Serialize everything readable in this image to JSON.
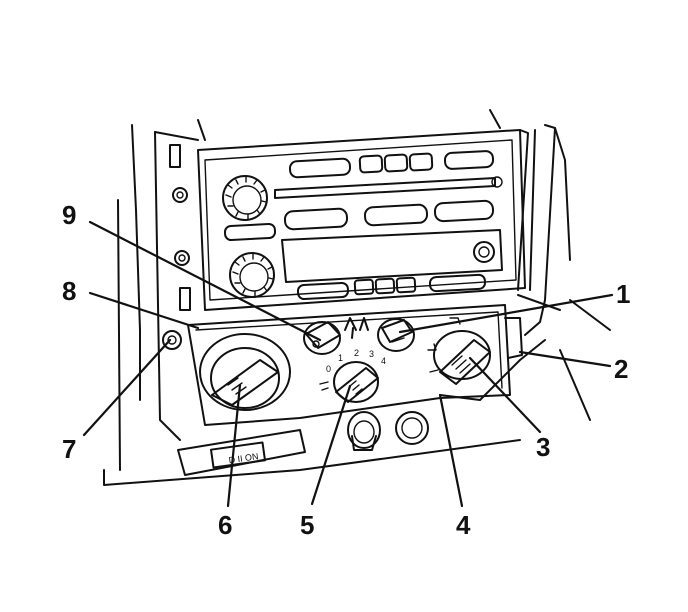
{
  "callouts": {
    "c1": "1",
    "c2": "2",
    "c3": "3",
    "c4": "4",
    "c5": "5",
    "c6": "6",
    "c7": "7",
    "c8": "8",
    "c9": "9"
  },
  "fan_scale": {
    "s0": "0",
    "s1": "1",
    "s2": "2",
    "s3": "3",
    "s4": "4"
  },
  "switch_text": "D II ON"
}
